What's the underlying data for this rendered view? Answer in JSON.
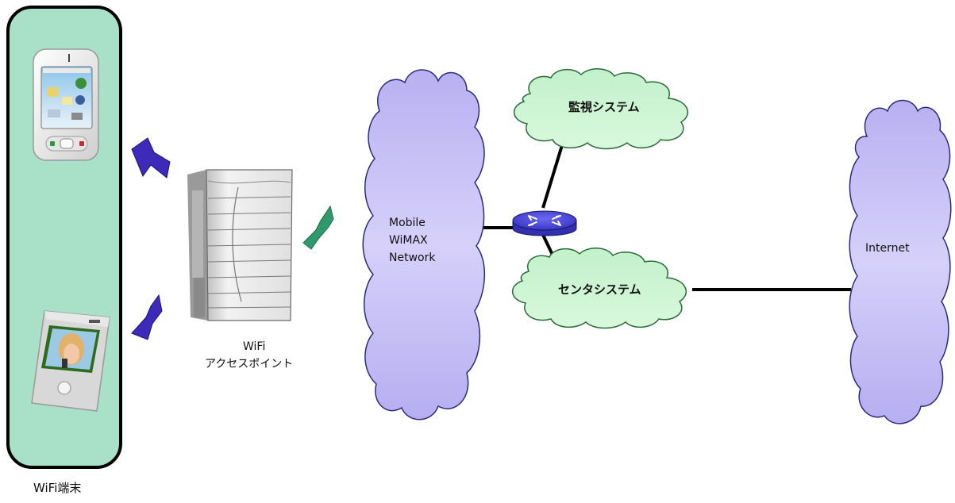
{
  "terminals": {
    "label": "WiFi端末",
    "devices": [
      {
        "kind": "smartphone",
        "icon": "smartphone-icon"
      },
      {
        "kind": "video-phone",
        "icon": "video-phone-icon"
      }
    ]
  },
  "access_point": {
    "label_line1": "WiFi",
    "label_line2": "アクセスポイント",
    "icon": "wifi-access-point-icon"
  },
  "networks": {
    "wimax": {
      "line1": "Mobile",
      "line2": "WiMAX",
      "line3": "Network"
    },
    "internet": {
      "label": "Internet"
    },
    "monitoring": {
      "label": "監視システム"
    },
    "center": {
      "label": "センタシステム"
    }
  },
  "router": {
    "icon": "router-icon"
  },
  "colors": {
    "terminal_panel": "#a8e0c8",
    "network_cloud": "#c8c0f4",
    "system_cloud": "#ccf5d2",
    "wireless_link_terminal": "#3d2ab8",
    "wireless_link_ap": "#2f9a6c",
    "router": "#4a46d6",
    "line": "#000000"
  }
}
